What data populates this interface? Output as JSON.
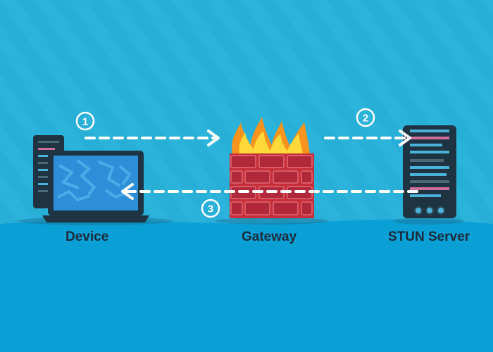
{
  "colors": {
    "sky": "#27afd8",
    "ground": "#0aa0d6",
    "wall": "#c62e3a",
    "flame_outer": "#f7941d",
    "flame_inner": "#ffd93a",
    "device_dark": "#1f3442",
    "screen": "#2c8fd8"
  },
  "icons": {
    "device": "laptop-with-tower-icon",
    "gateway": "firewall-icon",
    "server": "server-rack-icon"
  },
  "nodes": {
    "device": "Device",
    "gateway": "Gateway",
    "server": "STUN Server"
  },
  "steps": [
    "1",
    "2",
    "3"
  ]
}
